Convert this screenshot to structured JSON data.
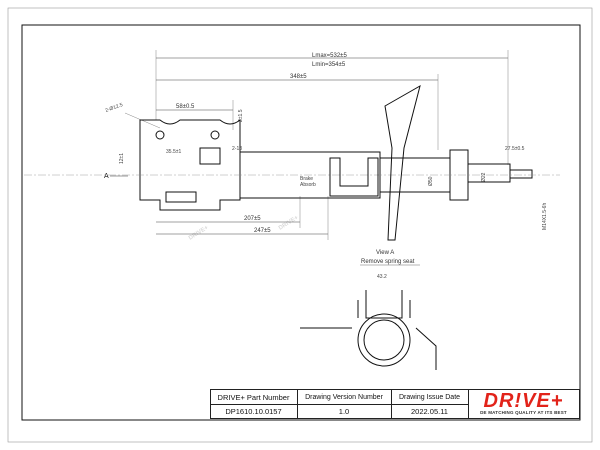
{
  "drawing": {
    "side_label": "A",
    "view_title": "View A",
    "view_subtitle": "Remove spring seat",
    "label_brake": "Brake",
    "label_abs": "Absorb",
    "dims": {
      "lmax": "Lmax=532±5",
      "lmin": "Lmin=354±5",
      "d348": "348±5",
      "d58": "58±0.5",
      "d2phi": "2-Ø12.5",
      "d21": "2±1.5",
      "d35": "35.5±1",
      "d12": "12±1",
      "d18": "2-18",
      "d207": "207±5",
      "d247": "247±5",
      "d27": "27.5±0.5",
      "phi50": "Ø50",
      "phi22": "Ø22",
      "m14": "M14X1.5-6h",
      "d43": "43.2"
    },
    "watermark": "DRIVE+"
  },
  "title_block": {
    "headers": {
      "part_number": "DRIVE+ Part Number",
      "version": "Drawing Version  Number",
      "issue_date": "Drawing Issue Date"
    },
    "values": {
      "part_number": "DP1610.10.0157",
      "version": "1.0",
      "issue_date": "2022.05.11"
    }
  },
  "logo": {
    "text": "DR!VE+",
    "tagline": "DE MATCHING QUALITY AT ITS BEST",
    "color": "#e2231a"
  }
}
